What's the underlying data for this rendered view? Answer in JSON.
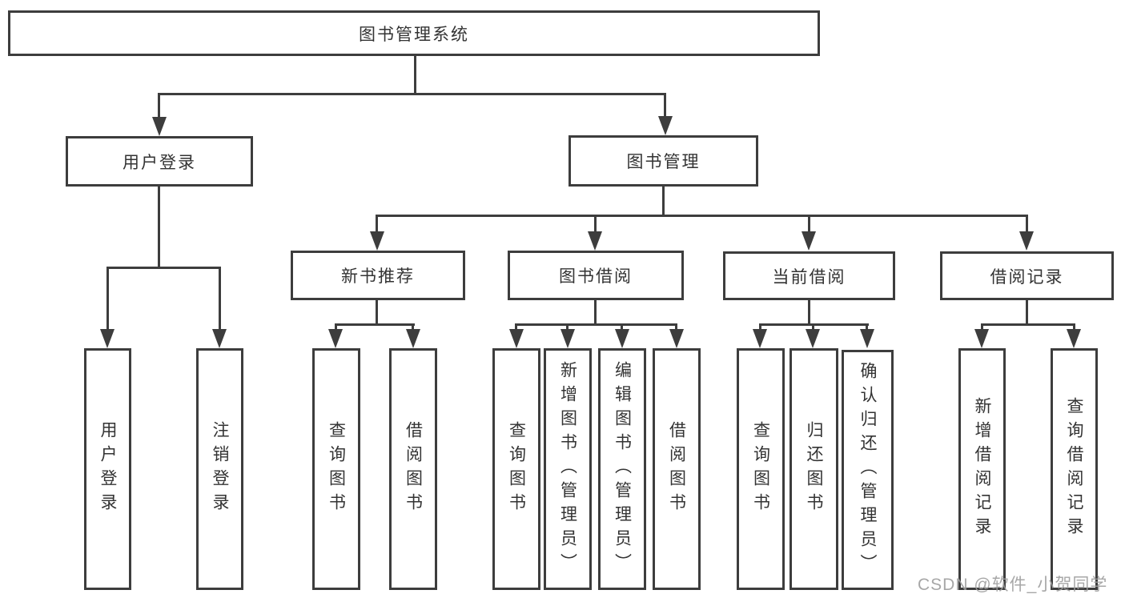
{
  "diagram_title": "图书管理系统",
  "tree": {
    "root": {
      "label": "图书管理系统"
    },
    "branches": [
      {
        "label": "用户登录",
        "children": [
          {
            "label": "用户登录"
          },
          {
            "label": "注销登录"
          }
        ]
      },
      {
        "label": "图书管理",
        "children": [
          {
            "label": "新书推荐",
            "children": [
              {
                "label": "查询图书"
              },
              {
                "label": "借阅图书"
              }
            ]
          },
          {
            "label": "图书借阅",
            "children": [
              {
                "label": "查询图书"
              },
              {
                "label": "新增图书（管理员）"
              },
              {
                "label": "编辑图书（管理员）"
              },
              {
                "label": "借阅图书"
              }
            ]
          },
          {
            "label": "当前借阅",
            "children": [
              {
                "label": "查询图书"
              },
              {
                "label": "归还图书"
              },
              {
                "label": "确认归还（管理员）"
              }
            ]
          },
          {
            "label": "借阅记录",
            "children": [
              {
                "label": "新增借阅记录"
              },
              {
                "label": "查询借阅记录"
              }
            ]
          }
        ]
      }
    ]
  },
  "watermark": {
    "text": "CSDN @软件_小贺同学"
  },
  "colors": {
    "line": "#3d3d3d",
    "text": "#333333",
    "watermark": "#9e9e9e",
    "background": "#ffffff"
  }
}
